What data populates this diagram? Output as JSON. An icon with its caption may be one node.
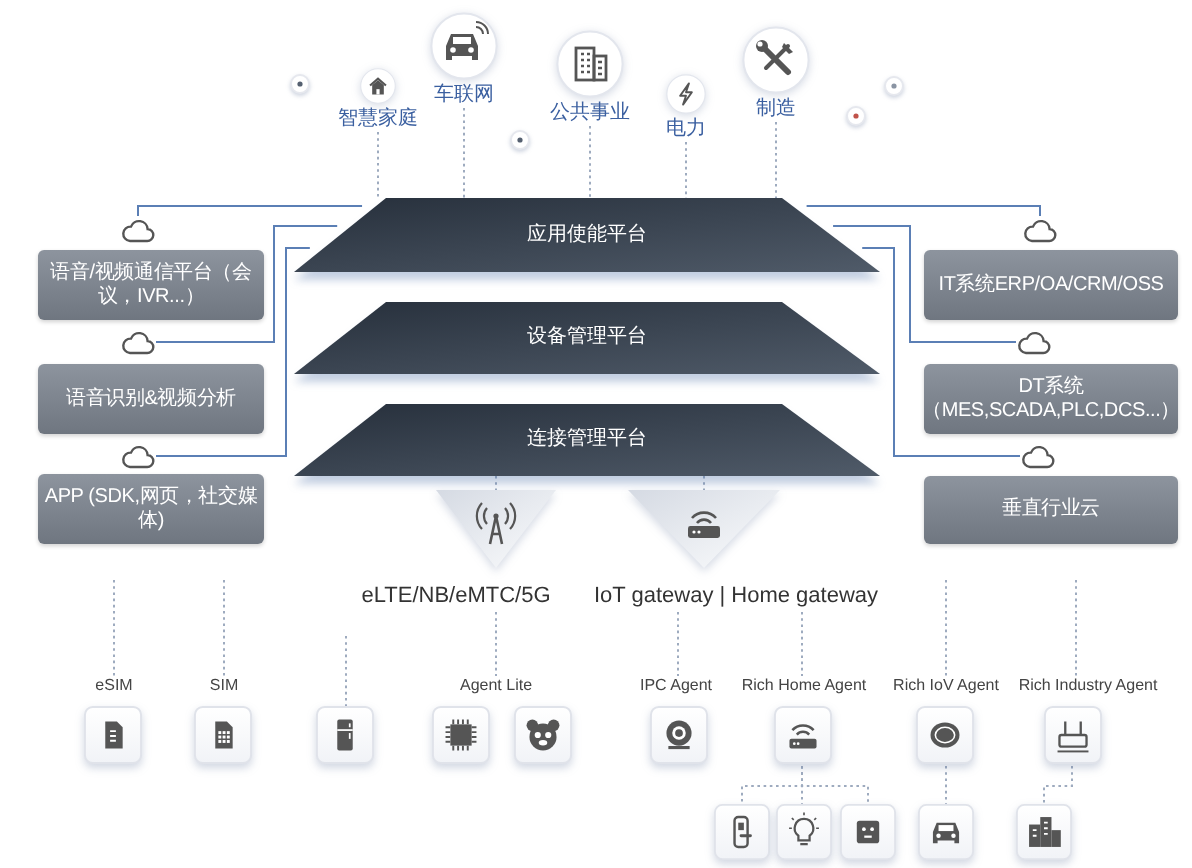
{
  "diagram": {
    "nodes": [
      {
        "text": [
          "智慧家庭"
        ]
      },
      {
        "text": [
          "车联网"
        ]
      },
      {
        "text": [
          "公共事业"
        ]
      },
      {
        "text": [
          "电力"
        ]
      },
      {
        "text": [
          "制造"
        ]
      },
      {
        "text": [
          "应用使能平台"
        ]
      },
      {
        "text": [],
        "shape": "cloud"
      },
      {
        "text": [
          "语音/视频通信平台（会议，IVR...）"
        ]
      },
      {
        "text": [],
        "shape": "cloud"
      },
      {
        "text": [
          "IT系统ERP/OA/CRM/OSS"
        ]
      },
      {
        "text": [
          "设备管理平台"
        ]
      },
      {
        "text": [],
        "shape": "cloud"
      },
      {
        "text": [
          "语音识别&视频分析"
        ]
      },
      {
        "text": [],
        "shape": "cloud"
      },
      {
        "text": [
          "DT系统（MES,SCADA,PLC,DCS...）"
        ]
      },
      {
        "text": [
          "连接管理平台"
        ]
      },
      {
        "text": [],
        "shape": "cloud"
      },
      {
        "text": [
          "APP (SDK,网页，社交媒体)"
        ]
      },
      {
        "text": [],
        "shape": "cloud"
      },
      {
        "text": [
          "垂直行业云"
        ]
      },
      {
        "text": [
          "eLTE/NB/eMTC/5G"
        ]
      },
      {
        "text": [
          "IoT gateway | Home gateway"
        ]
      },
      {
        "text": [
          "eSIM"
        ]
      },
      {
        "text": [
          "SIM"
        ]
      },
      {
        "text": [],
        "shape": "box"
      },
      {
        "text": [
          "Agent Lite"
        ]
      },
      {
        "text": [
          "IPC Agent"
        ]
      },
      {
        "text": [
          "Rich Home Agent"
        ]
      },
      {
        "text": [
          "Rich IoV Agent"
        ]
      },
      {
        "text": [
          "Rich Industry Agent"
        ]
      },
      {
        "text": [],
        "shape": "box"
      },
      {
        "text": [],
        "shape": "box"
      },
      {
        "text": [],
        "shape": "box"
      },
      {
        "text": [],
        "shape": "box"
      },
      {
        "text": [],
        "shape": "box"
      }
    ],
    "edges": [
      {
        "from": 0,
        "to": 5,
        "arrow": "none",
        "style": "dashed"
      },
      {
        "from": 1,
        "to": 5,
        "arrow": "none",
        "style": "dashed"
      },
      {
        "from": 2,
        "to": 5,
        "arrow": "none",
        "style": "dashed"
      },
      {
        "from": 3,
        "to": 5,
        "arrow": "none",
        "style": "dashed"
      },
      {
        "from": 4,
        "to": 5,
        "arrow": "none",
        "style": "dashed"
      },
      {
        "from": 6,
        "to": 5,
        "arrow": "none",
        "color": "#5b7fb5"
      },
      {
        "from": 11,
        "to": 5,
        "arrow": "none",
        "color": "#5b7fb5"
      },
      {
        "from": 16,
        "to": 5,
        "arrow": "none",
        "color": "#5b7fb5"
      },
      {
        "from": 8,
        "to": 5,
        "arrow": "none",
        "color": "#5b7fb5"
      },
      {
        "from": 13,
        "to": 5,
        "arrow": "none",
        "color": "#5b7fb5"
      },
      {
        "from": 18,
        "to": 5,
        "arrow": "none",
        "color": "#5b7fb5"
      },
      {
        "from": 15,
        "to": 20,
        "arrow": "none",
        "style": "dashed"
      },
      {
        "from": 15,
        "to": 21,
        "arrow": "none",
        "style": "dashed"
      },
      {
        "from": null,
        "to": 22,
        "arrow": "none",
        "style": "dashed"
      },
      {
        "from": null,
        "to": 23,
        "arrow": "none",
        "style": "dashed"
      },
      {
        "from": null,
        "to": 24,
        "arrow": "none",
        "style": "dashed"
      },
      {
        "from": 20,
        "to": 25,
        "arrow": "none",
        "style": "dashed"
      },
      {
        "from": 21,
        "to": 26,
        "arrow": "none",
        "style": "dashed"
      },
      {
        "from": 21,
        "to": 27,
        "arrow": "none",
        "style": "dashed"
      },
      {
        "from": null,
        "to": 28,
        "arrow": "none",
        "style": "dashed"
      },
      {
        "from": null,
        "to": 29,
        "arrow": "none",
        "style": "dashed"
      },
      {
        "from": 27,
        "to": 30,
        "arrow": "none",
        "style": "dashed"
      },
      {
        "from": 27,
        "to": 31,
        "arrow": "none",
        "style": "dashed"
      },
      {
        "from": 27,
        "to": 32,
        "arrow": "none",
        "style": "dashed"
      },
      {
        "from": 28,
        "to": 33,
        "arrow": "none",
        "style": "dashed"
      },
      {
        "from": 29,
        "to": 34,
        "arrow": "none",
        "style": "dashed"
      }
    ]
  }
}
